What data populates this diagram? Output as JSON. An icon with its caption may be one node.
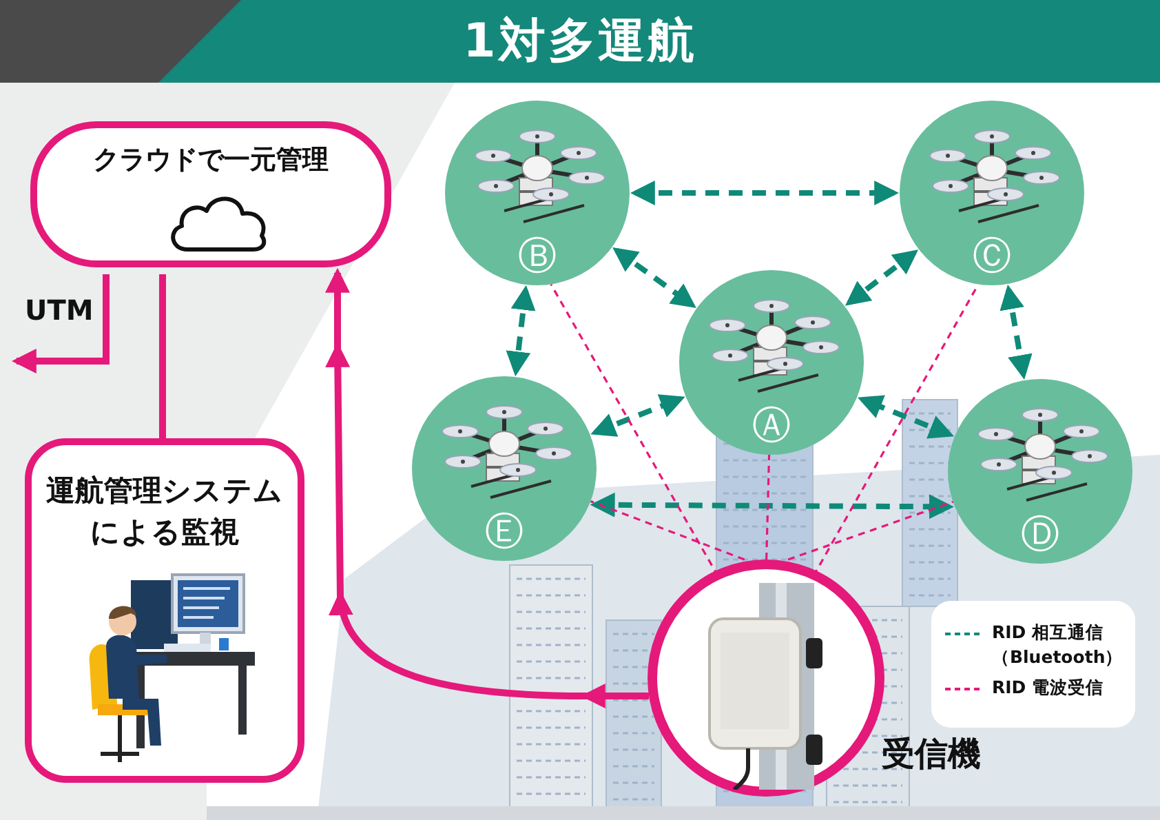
{
  "diagram": {
    "title": "1対多運航",
    "nodes": [
      {
        "text": [
          "クラウドで一元管理"
        ]
      },
      {
        "text": [
          "運航管理システムによる監視"
        ]
      },
      {
        "text": [
          "UTM"
        ]
      },
      {
        "text": [
          "Ⓑ"
        ]
      },
      {
        "text": [
          "Ⓒ"
        ]
      },
      {
        "text": [
          "Ⓐ"
        ]
      },
      {
        "text": [
          "Ⓔ"
        ]
      },
      {
        "text": [
          "Ⓓ"
        ]
      },
      {
        "text": [],
        "shape": "picture",
        "beside": [
          "受信機"
        ]
      }
    ],
    "edges": [
      {
        "from": 0,
        "to": 2,
        "arrow": "to",
        "color": "#e5197a"
      },
      {
        "from": 0,
        "to": 1,
        "arrow": "none",
        "color": "#e5197a"
      },
      {
        "from": 8,
        "to": 0,
        "arrow": "to",
        "color": "#e5197a"
      },
      {
        "from": 3,
        "to": 4,
        "arrow": "both",
        "style": "dashed",
        "color": "#0f8a78"
      },
      {
        "from": 3,
        "to": 5,
        "arrow": "both",
        "style": "dashed",
        "color": "#0f8a78"
      },
      {
        "from": 4,
        "to": 5,
        "arrow": "both",
        "style": "dashed",
        "color": "#0f8a78"
      },
      {
        "from": 3,
        "to": 6,
        "arrow": "both",
        "style": "dashed",
        "color": "#0f8a78"
      },
      {
        "from": 4,
        "to": 7,
        "arrow": "both",
        "style": "dashed",
        "color": "#0f8a78"
      },
      {
        "from": 6,
        "to": 5,
        "arrow": "both",
        "style": "dashed",
        "color": "#0f8a78"
      },
      {
        "from": 7,
        "to": 5,
        "arrow": "both",
        "style": "dashed",
        "color": "#0f8a78"
      },
      {
        "from": 6,
        "to": 7,
        "arrow": "both",
        "style": "dashed",
        "color": "#0f8a78"
      },
      {
        "from": 8,
        "to": 3,
        "arrow": "none",
        "style": "dashed",
        "color": "#e5197a"
      },
      {
        "from": 8,
        "to": 4,
        "arrow": "none",
        "style": "dashed",
        "color": "#e5197a"
      },
      {
        "from": 8,
        "to": 5,
        "arrow": "none",
        "style": "dashed",
        "color": "#e5197a"
      },
      {
        "from": 8,
        "to": 6,
        "arrow": "none",
        "style": "dashed",
        "color": "#e5197a"
      },
      {
        "from": 8,
        "to": 7,
        "arrow": "none",
        "style": "dashed",
        "color": "#e5197a"
      }
    ],
    "legend": [
      {
        "text": "RID 相互通信（Bluetooth）"
      },
      {
        "text": "RID 電波受信"
      }
    ]
  }
}
